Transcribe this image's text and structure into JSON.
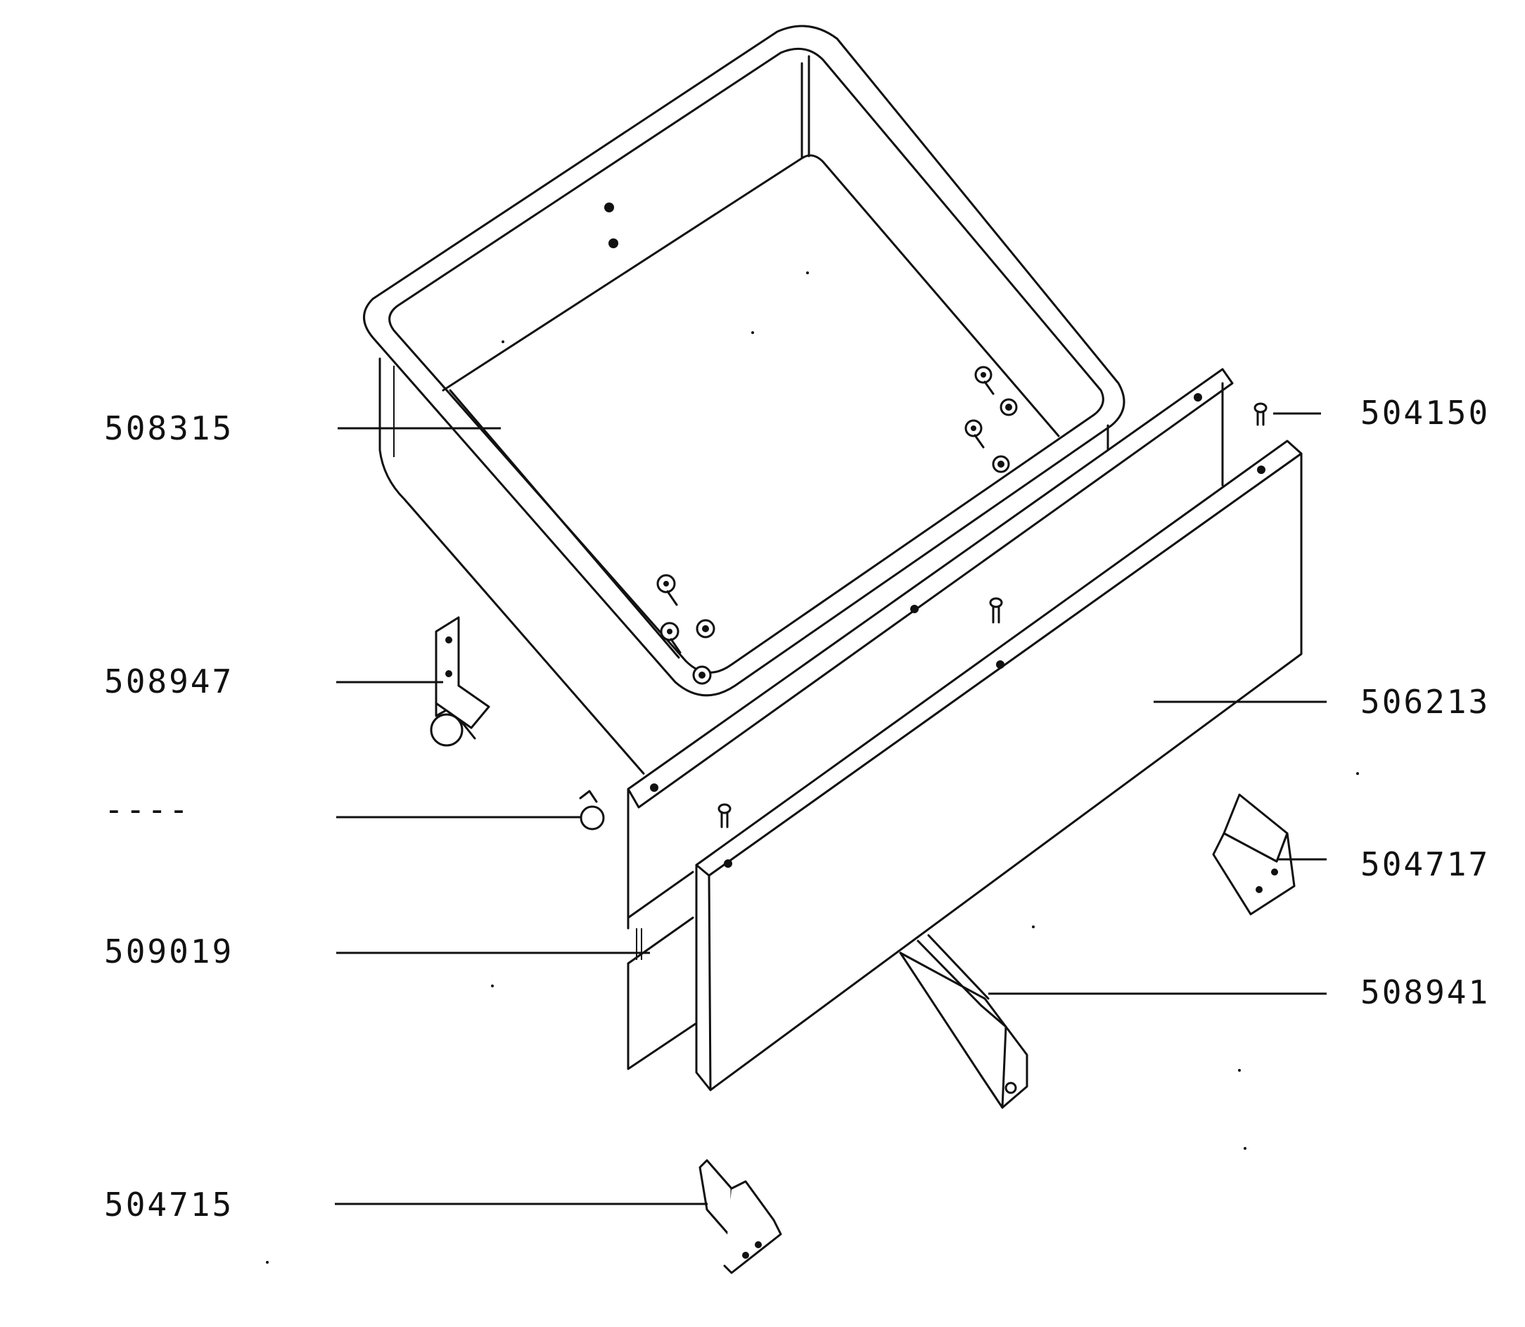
{
  "diagram": {
    "parts": [
      {
        "id": "tub",
        "label": "508315",
        "side": "left"
      },
      {
        "id": "castor-bracket",
        "label": "508947",
        "side": "left"
      },
      {
        "id": "unnumbered-knob",
        "label": "----",
        "side": "left"
      },
      {
        "id": "rear-panel",
        "label": "509019",
        "side": "left"
      },
      {
        "id": "lower-bracket",
        "label": "504715",
        "side": "left"
      },
      {
        "id": "rivet",
        "label": "504150",
        "side": "right"
      },
      {
        "id": "front-panel",
        "label": "506213",
        "side": "right"
      },
      {
        "id": "side-bracket",
        "label": "504717",
        "side": "right"
      },
      {
        "id": "runner-rail",
        "label": "508941",
        "side": "right"
      }
    ]
  }
}
